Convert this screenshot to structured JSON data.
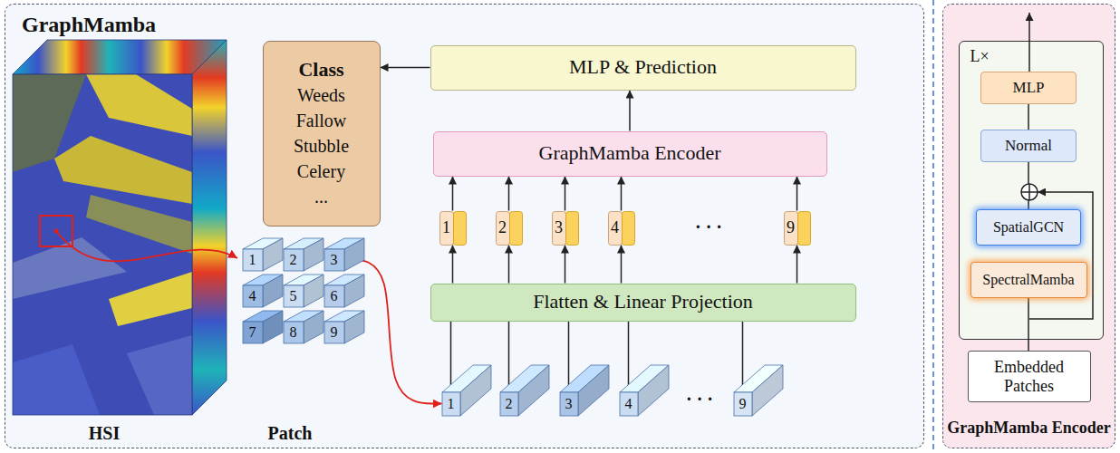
{
  "diagram": {
    "nodes": [
      {
        "text": [
          "GraphMamba"
        ]
      },
      {
        "text": [
          "GraphMamba Encoder"
        ]
      },
      {
        "text": [
          "Class",
          "Weeds Fallow Stubble Celery ..."
        ],
        "in": 0
      },
      {
        "text": [
          "MLP & Prediction"
        ],
        "in": 0
      },
      {
        "text": [
          "GraphMamba Encoder"
        ],
        "in": 0
      },
      {
        "text": [
          "1"
        ],
        "in": 0
      },
      {
        "text": [
          "2"
        ],
        "in": 0
      },
      {
        "text": [
          "3"
        ],
        "in": 0
      },
      {
        "text": [
          "4"
        ],
        "in": 0
      },
      {
        "text": [
          "9"
        ],
        "in": 0
      },
      {
        "text": [
          "Flatten & Linear Projection"
        ],
        "in": 0
      },
      {
        "text": [
          "1"
        ],
        "in": 0
      },
      {
        "text": [
          "2"
        ],
        "in": 0
      },
      {
        "text": [
          "3"
        ],
        "in": 0
      },
      {
        "text": [
          "4"
        ],
        "in": 0
      },
      {
        "text": [
          "5"
        ],
        "in": 0
      },
      {
        "text": [
          "6"
        ],
        "in": 0
      },
      {
        "text": [
          "7"
        ],
        "in": 0
      },
      {
        "text": [
          "8"
        ],
        "in": 0
      },
      {
        "text": [
          "9"
        ],
        "in": 0
      },
      {
        "text": [
          "1"
        ],
        "in": 0
      },
      {
        "text": [
          "2"
        ],
        "in": 0
      },
      {
        "text": [
          "3"
        ],
        "in": 0
      },
      {
        "text": [
          "4"
        ],
        "in": 0
      },
      {
        "text": [
          "9"
        ],
        "in": 0
      },
      {
        "text": [
          "L×"
        ],
        "in": 1
      },
      {
        "text": [
          "MLP"
        ],
        "in": 25
      },
      {
        "text": [
          "Normal"
        ],
        "in": 25
      },
      {
        "text": [
          "SpatialGCN"
        ],
        "in": 25
      },
      {
        "text": [
          "SpectralMamba"
        ],
        "in": 25
      },
      {
        "text": [
          "Embedded Patches"
        ],
        "in": 1
      }
    ],
    "edges": [
      {
        "from": 3,
        "to": 2,
        "arrow": "to"
      },
      {
        "from": 4,
        "to": 3,
        "arrow": "to"
      },
      {
        "from": 5,
        "to": 4,
        "arrow": "to"
      },
      {
        "from": 6,
        "to": 4,
        "arrow": "to"
      },
      {
        "from": 7,
        "to": 4,
        "arrow": "to"
      },
      {
        "from": 8,
        "to": 4,
        "arrow": "to"
      },
      {
        "from": 9,
        "to": 4,
        "arrow": "to"
      },
      {
        "from": 10,
        "to": 5,
        "arrow": "to"
      },
      {
        "from": 10,
        "to": 6,
        "arrow": "to"
      },
      {
        "from": 10,
        "to": 7,
        "arrow": "to"
      },
      {
        "from": 10,
        "to": 8,
        "arrow": "to"
      },
      {
        "from": 10,
        "to": 9,
        "arrow": "to"
      },
      {
        "from": 20,
        "to": 10,
        "arrow": "none"
      },
      {
        "from": 21,
        "to": 10,
        "arrow": "none"
      },
      {
        "from": 22,
        "to": 10,
        "arrow": "none"
      },
      {
        "from": 23,
        "to": 10,
        "arrow": "none"
      },
      {
        "from": 24,
        "to": 10,
        "arrow": "none"
      },
      {
        "from": 13,
        "to": 20,
        "arrow": "to"
      },
      {
        "from": 30,
        "to": 29,
        "arrow": "none"
      },
      {
        "from": 28,
        "to": 27,
        "arrow": "none"
      },
      {
        "from": 27,
        "to": 26,
        "arrow": "none"
      }
    ],
    "labels": [
      "HSI",
      "Patch",
      "· · ·",
      "· · ·"
    ]
  }
}
